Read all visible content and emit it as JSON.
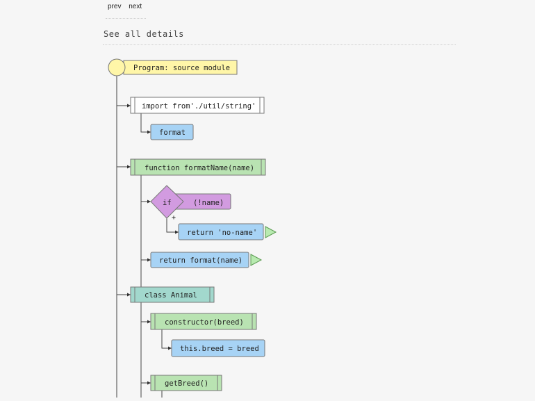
{
  "nav": {
    "prev": "prev",
    "next": "next"
  },
  "details_link": "See all details",
  "colors": {
    "program": "#fff6a8",
    "import": "#ffffff",
    "identifier": "#a7d3f5",
    "function": "#b9e3b2",
    "condition": "#d29be0",
    "class": "#a2d8cd",
    "return_arrow": "#b8eab0"
  },
  "nodes": {
    "program": "Program: source module",
    "import": "import from'./util/string'",
    "import_spec": "format",
    "func": "function formatName(name)",
    "if_label": "if",
    "if_cond": "(!name)",
    "if_plus": "+",
    "return1": "return 'no-name'",
    "return2": "return format(name)",
    "class": "class Animal",
    "constructor": "constructor(breed)",
    "assign": "this.breed = breed",
    "getter": "getBreed()"
  }
}
